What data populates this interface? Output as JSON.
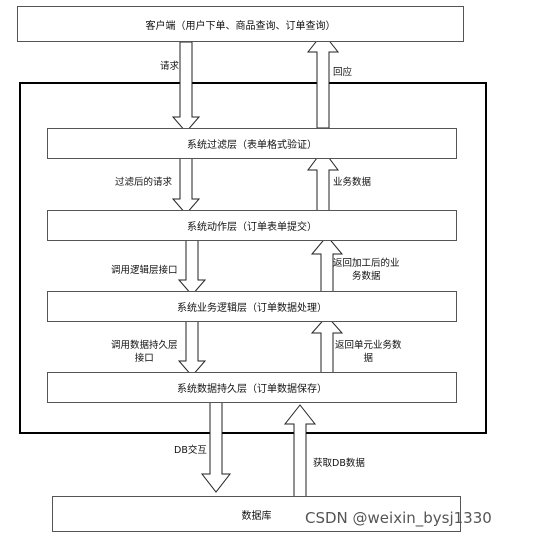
{
  "layers": {
    "client": "客户端（用户下单、商品查询、订单查询）",
    "filter": "系统过滤层（表单格式验证）",
    "action": "系统动作层（订单表单提交）",
    "business": "系统业务逻辑层（订单数据处理）",
    "persistence": "系统数据持久层（订单数据保存）",
    "database": "数据库"
  },
  "arrows": {
    "request": "请求",
    "response": "回应",
    "filtered_request": "过滤后的请求",
    "business_data": "业务数据",
    "call_logic_line1": "调用逻辑层接口",
    "return_processed_line1": "返回加工后的业",
    "return_processed_line2": "务数据",
    "call_persistence_line1": "调用数据持久层",
    "call_persistence_line2": "接口",
    "return_unit_line1": "返回单元业务数",
    "return_unit_line2": "据",
    "db_interact": "DB交互",
    "fetch_db": "获取DB数据"
  },
  "watermark": "CSDN @weixin_bysj1330"
}
